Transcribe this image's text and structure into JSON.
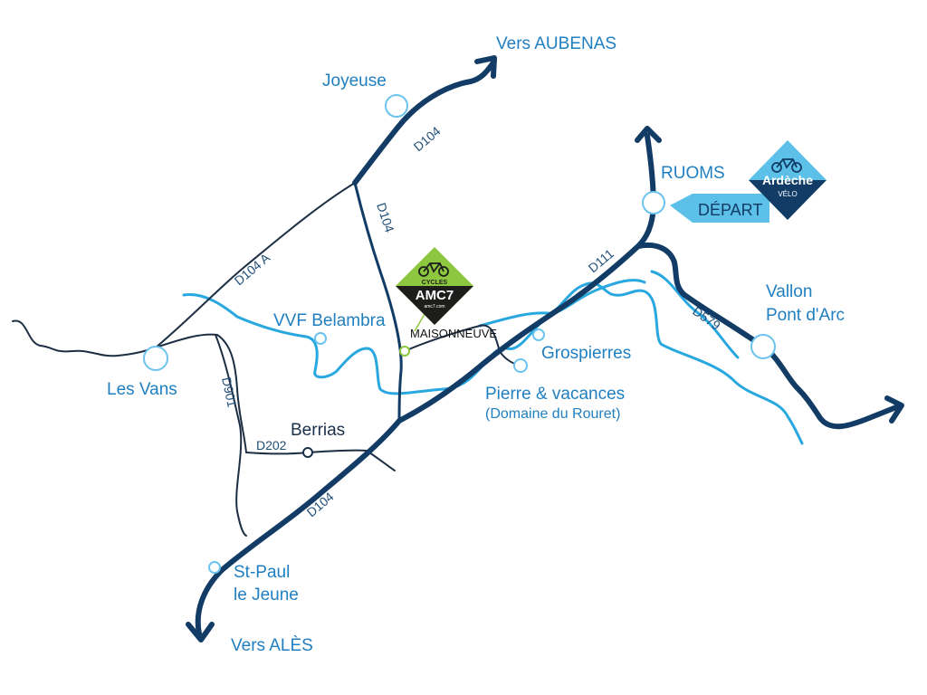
{
  "places": {
    "vers_aubenas": "Vers AUBENAS",
    "joyeuse": "Joyeuse",
    "ruoms": "RUOMS",
    "depart": "DÉPART",
    "vallon_line1": "Vallon",
    "vallon_line2": "Pont d'Arc",
    "vvf": "VVF Belambra",
    "maisonneuve": "MAISONNEUVE",
    "grospierres": "Grospierres",
    "pierre_vacances_line1": "Pierre & vacances",
    "pierre_vacances_line2": "(Domaine du Rouret)",
    "les_vans": "Les Vans",
    "berrias": "Berrias",
    "st_paul_line1": "St-Paul",
    "st_paul_line2": "le Jeune",
    "vers_ales": "Vers ALÈS"
  },
  "roads": {
    "d104_north": "D104",
    "d104_middle": "D104",
    "d104_south": "D104",
    "d104a": "D104 A",
    "d111": "D111",
    "d579": "D579",
    "d901": "D901",
    "d202": "D202"
  },
  "logos": {
    "amc7_top": "CYCLES",
    "amc7_main": "AMC7",
    "amc7_url": "amc7.com",
    "ardeche_main": "Ardèche",
    "ardeche_sub": "VÉLO"
  },
  "colors": {
    "road": "#123c66",
    "river": "#29a8e0",
    "place_text": "#1f7fc1",
    "amc7_green": "#8dc63f",
    "ardeche_blue": "#5cc0e8"
  }
}
